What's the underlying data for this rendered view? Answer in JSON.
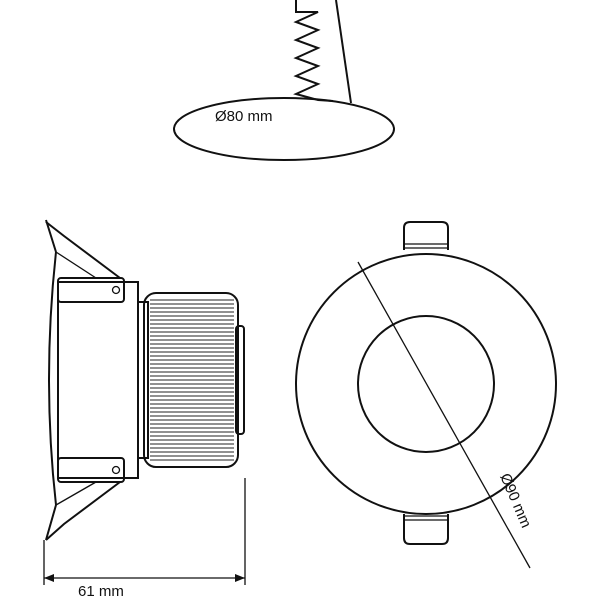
{
  "labels": {
    "cutout_diameter": "Ø80 mm",
    "depth": "61 mm",
    "outer_diameter": "Ø90 mm"
  },
  "colors": {
    "line": "#111111",
    "background": "#ffffff"
  }
}
